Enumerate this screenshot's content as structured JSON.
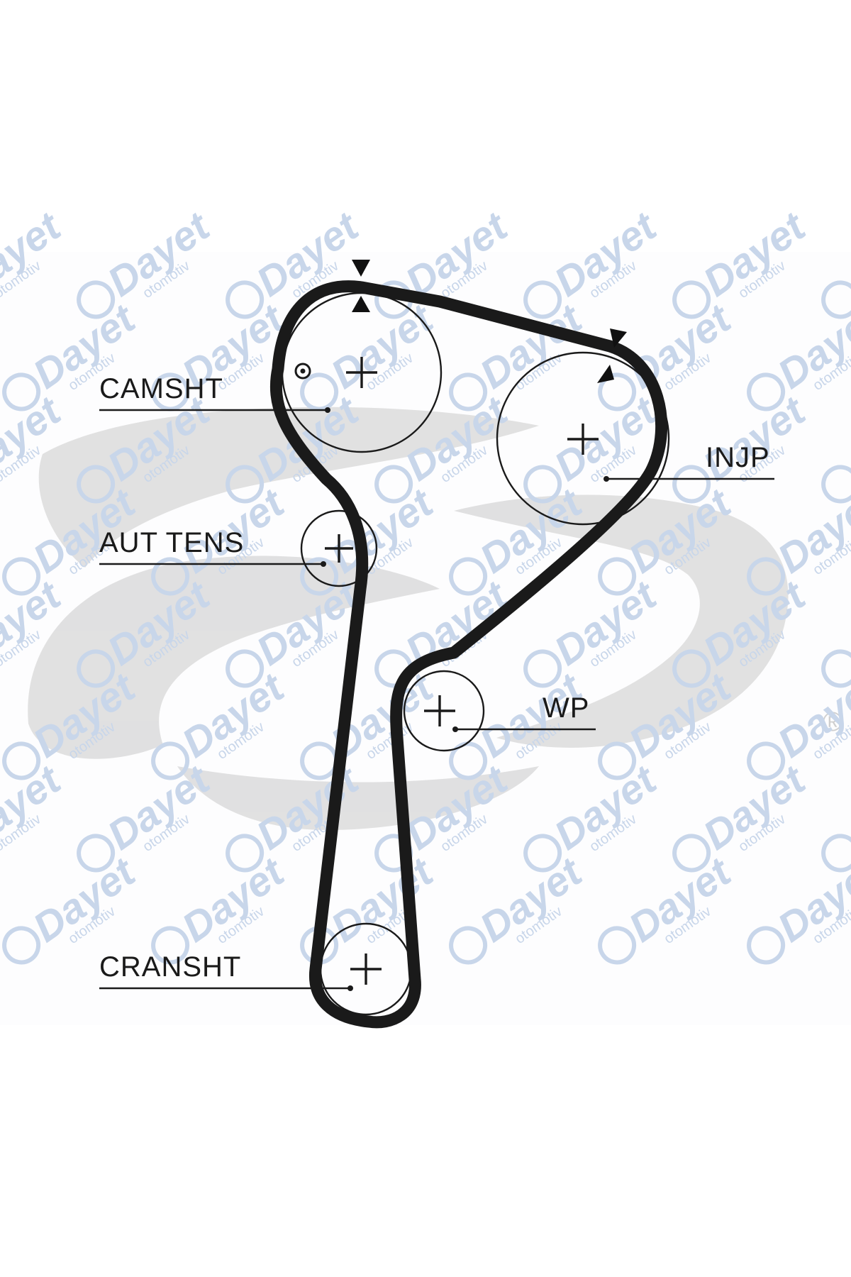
{
  "watermark": {
    "brand": "Dayet",
    "sub": "otomotiv",
    "registered": "®",
    "color": "#c8d6ea",
    "logo_color": "#d8d8d8"
  },
  "labels": {
    "camshaft": "CAMSHT",
    "injection_pump": "INJP",
    "auto_tensioner": "AUT TENS",
    "water_pump": "WP",
    "crankshaft": "CRANSHT"
  },
  "colors": {
    "belt": "#1a1a1a",
    "background": "#ffffff"
  }
}
